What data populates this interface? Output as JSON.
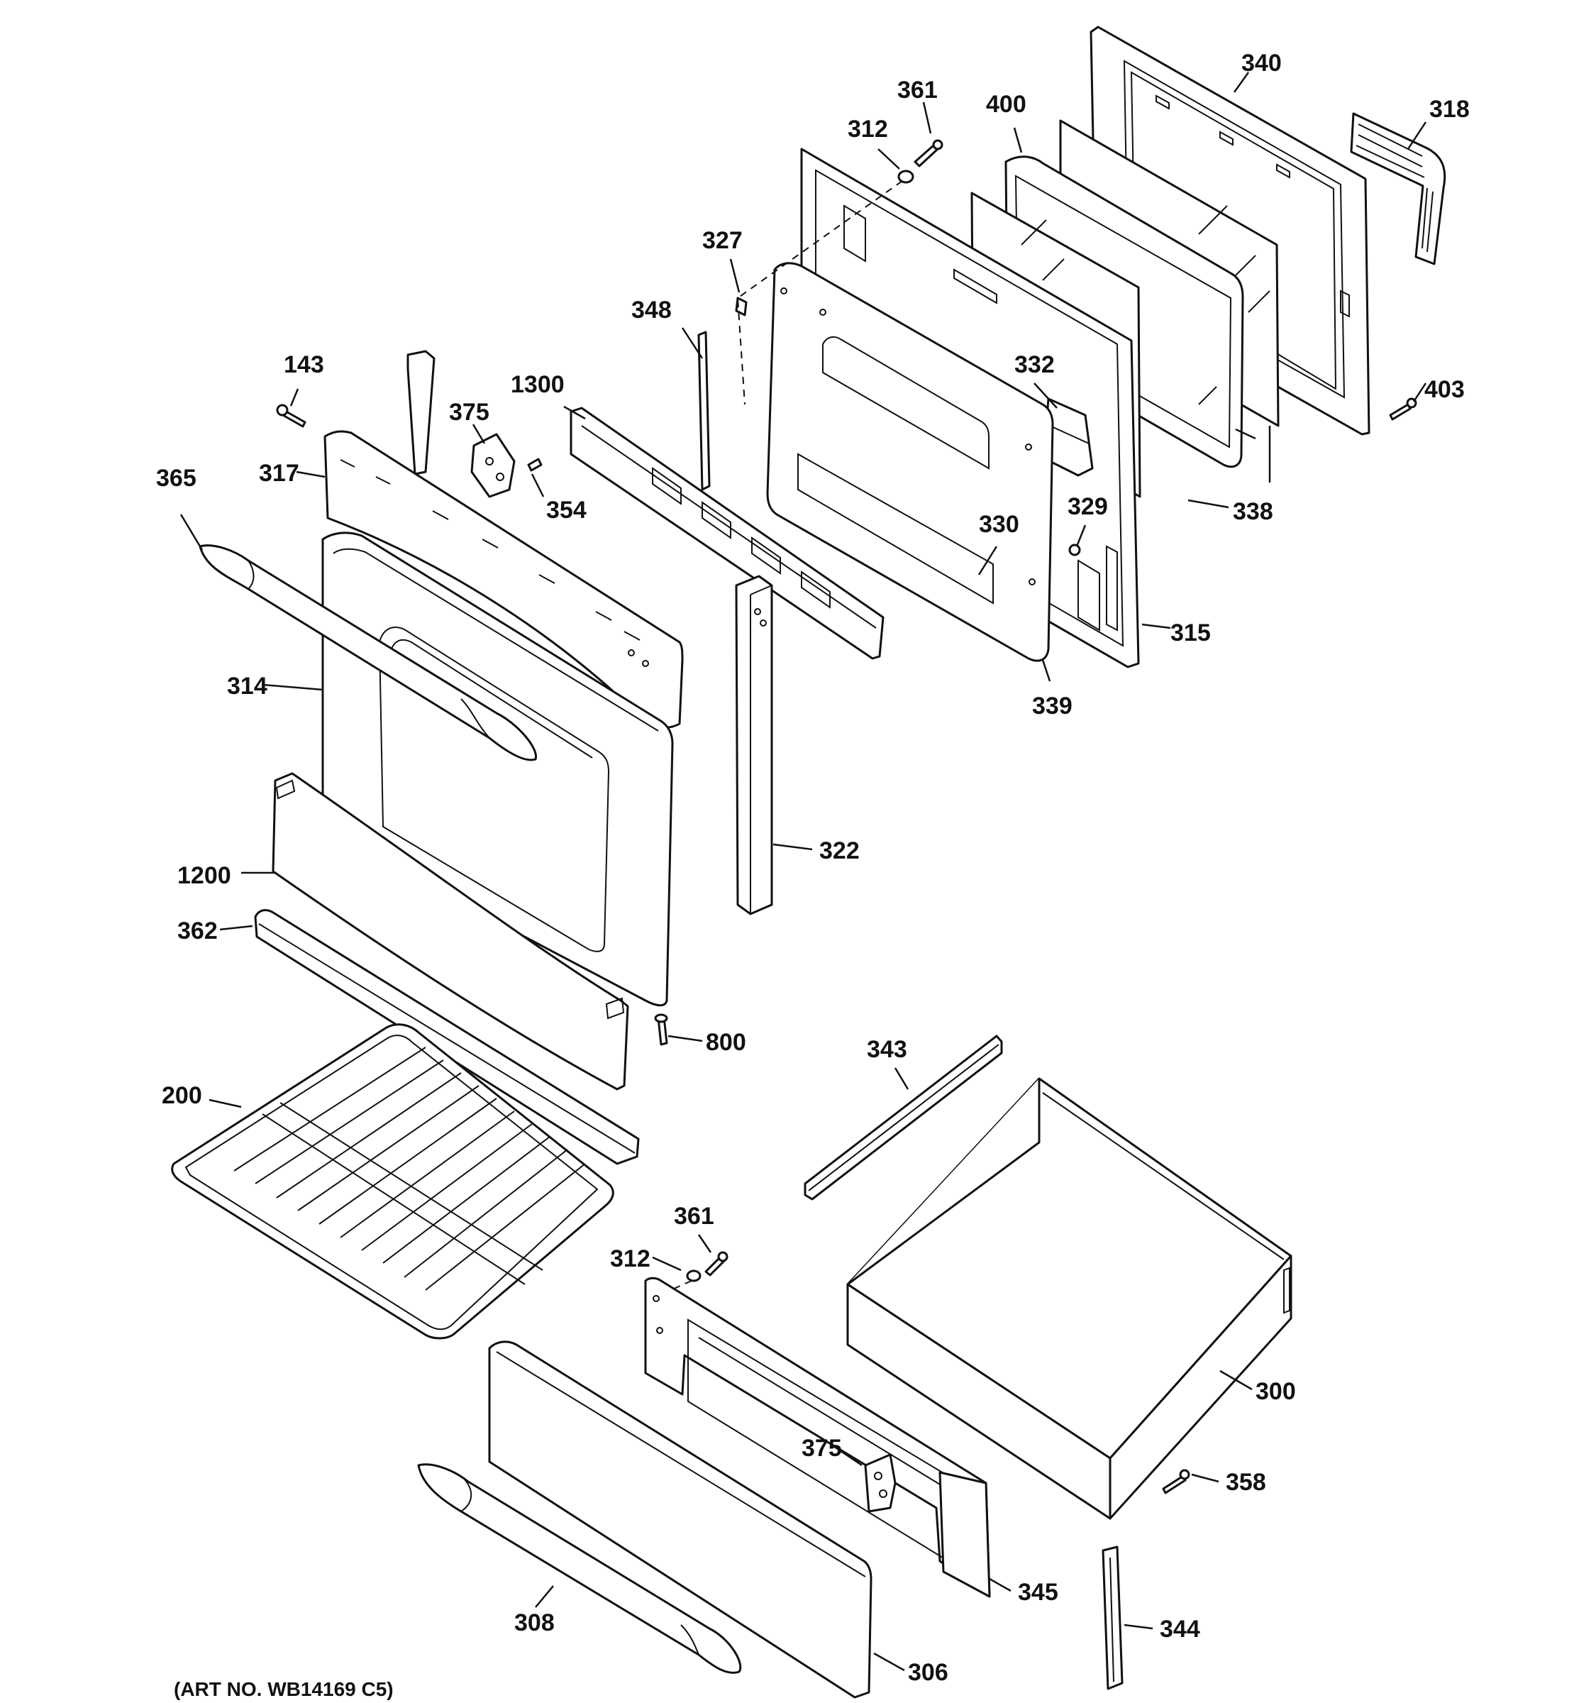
{
  "art_number": "(ART NO. WB14169 C5)",
  "parts": [
    {
      "id": "p340",
      "label": "340"
    },
    {
      "id": "p318",
      "label": "318"
    },
    {
      "id": "p400",
      "label": "400"
    },
    {
      "id": "p361a",
      "label": "361"
    },
    {
      "id": "p312a",
      "label": "312"
    },
    {
      "id": "p327",
      "label": "327"
    },
    {
      "id": "p348",
      "label": "348"
    },
    {
      "id": "p1300",
      "label": "1300"
    },
    {
      "id": "p143",
      "label": "143"
    },
    {
      "id": "p375a",
      "label": "375"
    },
    {
      "id": "p317",
      "label": "317"
    },
    {
      "id": "p354",
      "label": "354"
    },
    {
      "id": "p365",
      "label": "365"
    },
    {
      "id": "p332",
      "label": "332"
    },
    {
      "id": "p403",
      "label": "403"
    },
    {
      "id": "p338",
      "label": "338"
    },
    {
      "id": "p329",
      "label": "329"
    },
    {
      "id": "p330",
      "label": "330"
    },
    {
      "id": "p315",
      "label": "315"
    },
    {
      "id": "p339",
      "label": "339"
    },
    {
      "id": "p314",
      "label": "314"
    },
    {
      "id": "p322",
      "label": "322"
    },
    {
      "id": "p1200",
      "label": "1200"
    },
    {
      "id": "p362",
      "label": "362"
    },
    {
      "id": "p800",
      "label": "800"
    },
    {
      "id": "p343",
      "label": "343"
    },
    {
      "id": "p200",
      "label": "200"
    },
    {
      "id": "p361b",
      "label": "361"
    },
    {
      "id": "p312b",
      "label": "312"
    },
    {
      "id": "p300",
      "label": "300"
    },
    {
      "id": "p375b",
      "label": "375"
    },
    {
      "id": "p358",
      "label": "358"
    },
    {
      "id": "p345",
      "label": "345"
    },
    {
      "id": "p308",
      "label": "308"
    },
    {
      "id": "p344",
      "label": "344"
    },
    {
      "id": "p306",
      "label": "306"
    }
  ]
}
